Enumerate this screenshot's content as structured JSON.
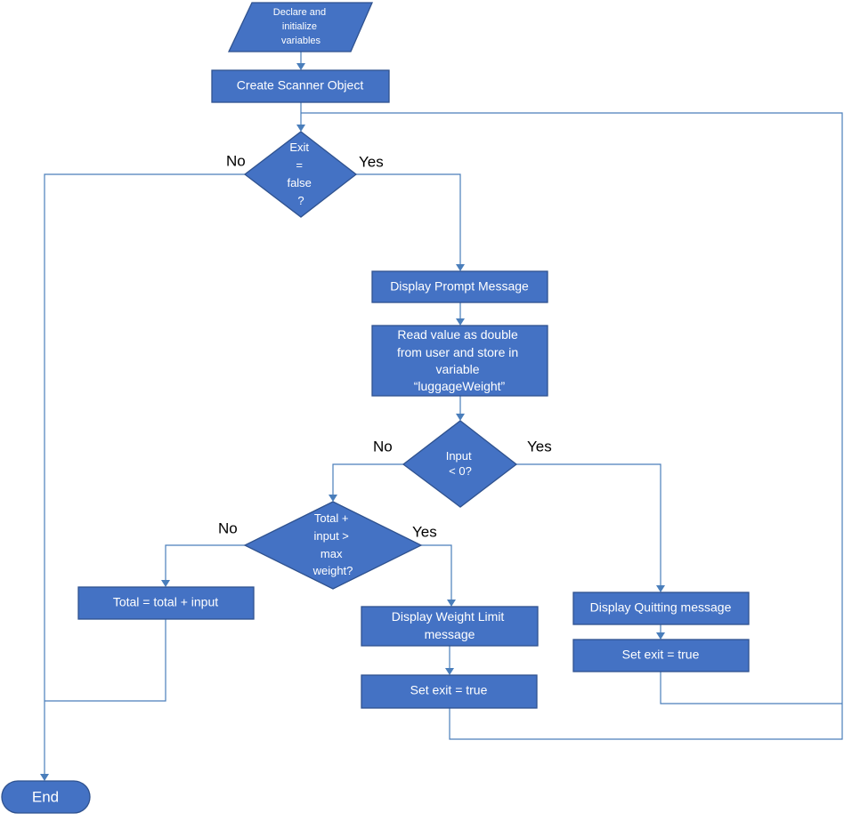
{
  "nodes": {
    "declare": {
      "lines": [
        "Declare and",
        "initialize",
        "variables"
      ]
    },
    "scanner": {
      "lines": [
        "Create Scanner Object"
      ]
    },
    "exit_check": {
      "lines": [
        "Exit",
        "=",
        "false",
        "?"
      ]
    },
    "prompt": {
      "lines": [
        "Display Prompt Message"
      ]
    },
    "read_value": {
      "lines": [
        "Read value as double",
        "from user and store in",
        "variable",
        "“luggageWeight”"
      ]
    },
    "input_check": {
      "lines": [
        "Input",
        "< 0?"
      ]
    },
    "weight_check": {
      "lines": [
        "Total +",
        "input >",
        "max",
        "weight?"
      ]
    },
    "add_total": {
      "lines": [
        "Total = total + input"
      ]
    },
    "weight_limit_msg": {
      "lines": [
        "Display Weight Limit",
        "message"
      ]
    },
    "set_exit_limit": {
      "lines": [
        "Set exit = true"
      ]
    },
    "quit_msg": {
      "lines": [
        "Display Quitting message"
      ]
    },
    "set_exit_quit": {
      "lines": [
        "Set exit = true"
      ]
    },
    "end": {
      "lines": [
        "End"
      ]
    }
  },
  "edge_labels": {
    "exit_no": "No",
    "exit_yes": "Yes",
    "input_no": "No",
    "input_yes": "Yes",
    "weight_no": "No",
    "weight_yes": "Yes"
  },
  "colors": {
    "fill": "#4472c4",
    "stroke": "#2f528f",
    "connector": "#4a7ebb",
    "node_text": "#ffffff",
    "label_text": "#000000"
  }
}
